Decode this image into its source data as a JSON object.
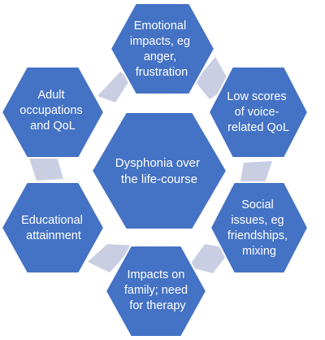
{
  "colors": {
    "hexagon_fill": "#4472C4",
    "hexagon_stroke": "#ffffff",
    "connector_fill": "#C9CEE2",
    "text": "#ffffff"
  },
  "center": {
    "lines": [
      "Dysphonia over",
      "the life-course"
    ]
  },
  "outer": [
    {
      "id": "emotional",
      "lines": [
        "Emotional",
        "impacts, eg",
        "anger,",
        "frustration"
      ]
    },
    {
      "id": "voice-qol",
      "lines": [
        "Low scores",
        "of voice-",
        "related QoL"
      ]
    },
    {
      "id": "social",
      "lines": [
        "Social",
        "issues, eg",
        "friendships,",
        "mixing"
      ]
    },
    {
      "id": "family",
      "lines": [
        "Impacts on",
        "family; need",
        "for therapy"
      ]
    },
    {
      "id": "education",
      "lines": [
        "Educational",
        "attainment"
      ]
    },
    {
      "id": "adult",
      "lines": [
        "Adult",
        "occupations",
        "and QoL"
      ]
    }
  ]
}
